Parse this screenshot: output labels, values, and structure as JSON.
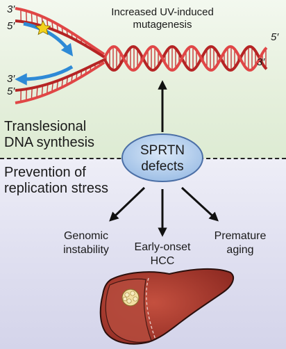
{
  "top": {
    "title_line1": "Increased UV-induced",
    "title_line2": "mutagenesis"
  },
  "strand_ends": {
    "left_top_3": "3′",
    "left_top_5": "5′",
    "left_bot_3": "3′",
    "left_bot_5": "5′",
    "right_5": "5′",
    "right_3": "3′"
  },
  "sections": {
    "upper_line1": "Translesional",
    "upper_line2": "DNA synthesis",
    "lower_line1": "Prevention of",
    "lower_line2": "replication stress"
  },
  "center": {
    "line1": "SPRTN",
    "line2": "defects"
  },
  "outcomes": {
    "left_line1": "Genomic",
    "left_line2": "instability",
    "middle_line1": "Early-onset",
    "middle_line2": "HCC",
    "right_line1": "Premature",
    "right_line2": "aging"
  },
  "colors": {
    "dna_red": "#d83a3a",
    "dna_dark": "#a81e1e",
    "polymerase_arrow": "#2e8ad6",
    "lesion_star": "#f3d21c",
    "ellipse_fill": "#b9d3ef",
    "ellipse_stroke": "#4b6fa6",
    "liver": "#a8352e"
  },
  "icons": [
    "lesion-star-icon",
    "liver-icon",
    "tumor-icon"
  ]
}
